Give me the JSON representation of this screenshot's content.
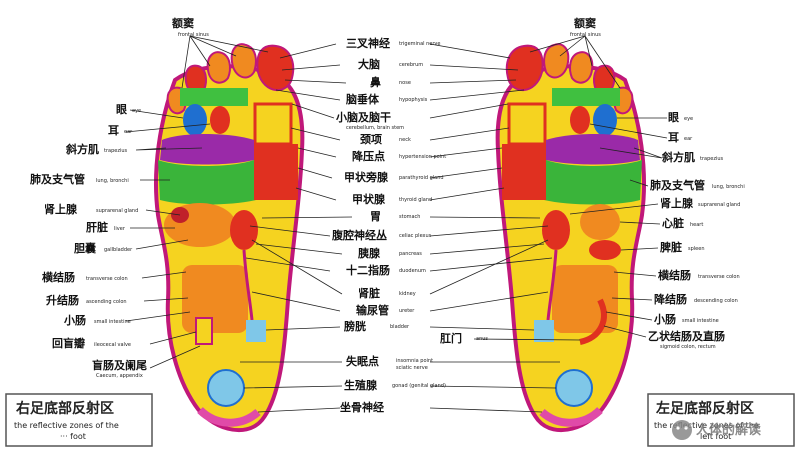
{
  "right_title": {
    "cn": "右足底部反射区",
    "en_line1": "the reflective zones of the",
    "en_line2": "··· foot"
  },
  "left_title": {
    "cn": "左足底部反射区",
    "en_line1": "the reflective zones of the",
    "en_line2": "left foot"
  },
  "watermark": "人体的解读",
  "labels": {
    "frontal_right": {
      "cn": "额窦",
      "en": "frontal sinus"
    },
    "frontal_left": {
      "cn": "额窦",
      "en": "frontal sinus"
    },
    "trigeminal": {
      "cn": "三叉神经",
      "en": "trigeminal nerve"
    },
    "cerebrum": {
      "cn": "大脑",
      "en": "cerebrum"
    },
    "nose": {
      "cn": "鼻",
      "en": "nose"
    },
    "hypophysis": {
      "cn": "脑垂体",
      "en": "hypophysis"
    },
    "cerebellum": {
      "cn": "小脑及脑干",
      "en": "cerebellum, brain stem"
    },
    "neck": {
      "cn": "颈项",
      "en": "neck"
    },
    "hypertension": {
      "cn": "降压点",
      "en": "hypertension point"
    },
    "parathyroid": {
      "cn": "甲状旁腺",
      "en": "parathyroid gland"
    },
    "thyroid": {
      "cn": "甲状腺",
      "en": "thyroid gland"
    },
    "stomach": {
      "cn": "胃",
      "en": "stomach"
    },
    "celiac": {
      "cn": "腹腔神经丛",
      "en": "celiac plexus"
    },
    "pancreas": {
      "cn": "胰腺",
      "en": "pancreas"
    },
    "duodenum": {
      "cn": "十二指肠",
      "en": "duodenum"
    },
    "kidney": {
      "cn": "肾脏",
      "en": "kidney"
    },
    "ureter": {
      "cn": "输尿管",
      "en": "ureter"
    },
    "bladder": {
      "cn": "膀胱",
      "en": "bladder"
    },
    "insomnia": {
      "cn": "失眠点",
      "en": "insomnia point"
    },
    "insomnia_en2": "sciatic nerve",
    "gonad": {
      "cn": "生殖腺",
      "en": "gonad (genital gland)"
    },
    "sciatic": {
      "cn": "坐骨神经",
      "en": ""
    },
    "eye_r": {
      "cn": "眼",
      "en": "eye"
    },
    "ear_r": {
      "cn": "耳",
      "en": "ear"
    },
    "trapezius_r": {
      "cn": "斜方肌",
      "en": "trapezius"
    },
    "lung_r": {
      "cn": "肺及支气管",
      "en": "lung, bronchi"
    },
    "adrenal_r": {
      "cn": "肾上腺",
      "en": "suprarenal gland"
    },
    "liver": {
      "cn": "肝脏",
      "en": "liver"
    },
    "gallbladder": {
      "cn": "胆囊",
      "en": "gallbladder"
    },
    "transverse_r": {
      "cn": "横结肠",
      "en": "transverse colon"
    },
    "ascending": {
      "cn": "升结肠",
      "en": "ascending colon"
    },
    "small_int_r": {
      "cn": "小肠",
      "en": "small intestine"
    },
    "ileocecal": {
      "cn": "回盲瓣",
      "en": "ileocecal valve"
    },
    "cecum": {
      "cn": "盲肠及阑尾",
      "en": "Caecum, appendix"
    },
    "eye_l": {
      "cn": "眼",
      "en": "eye"
    },
    "ear_l": {
      "cn": "耳",
      "en": "ear"
    },
    "trapezius_l": {
      "cn": "斜方肌",
      "en": "trapezius"
    },
    "lung_l": {
      "cn": "肺及支气管",
      "en": "lung, bronchi"
    },
    "adrenal_l": {
      "cn": "肾上腺",
      "en": "suprarenal gland"
    },
    "heart": {
      "cn": "心脏",
      "en": "heart"
    },
    "spleen": {
      "cn": "脾脏",
      "en": "spleen"
    },
    "transverse_l": {
      "cn": "横结肠",
      "en": "transverse colon"
    },
    "descending": {
      "cn": "降结肠",
      "en": "descending colon"
    },
    "small_int_l": {
      "cn": "小肠",
      "en": "small intestine"
    },
    "anus": {
      "cn": "肛门",
      "en": "anus"
    },
    "sigmoid": {
      "cn": "乙状结肠及直肠",
      "en": "sigmoid colon, rectum"
    }
  },
  "colors": {
    "foot_base": "#f5d320",
    "outline": "#c0187a",
    "lung": "#3ab43a",
    "trapezius": "#9a2aa8",
    "eye": "#1f6fd0",
    "toe_red": "#e03020",
    "toe_orange": "#f08a20",
    "heel_blue": "#7fc7e8",
    "heel_pink": "#e04aa8"
  }
}
